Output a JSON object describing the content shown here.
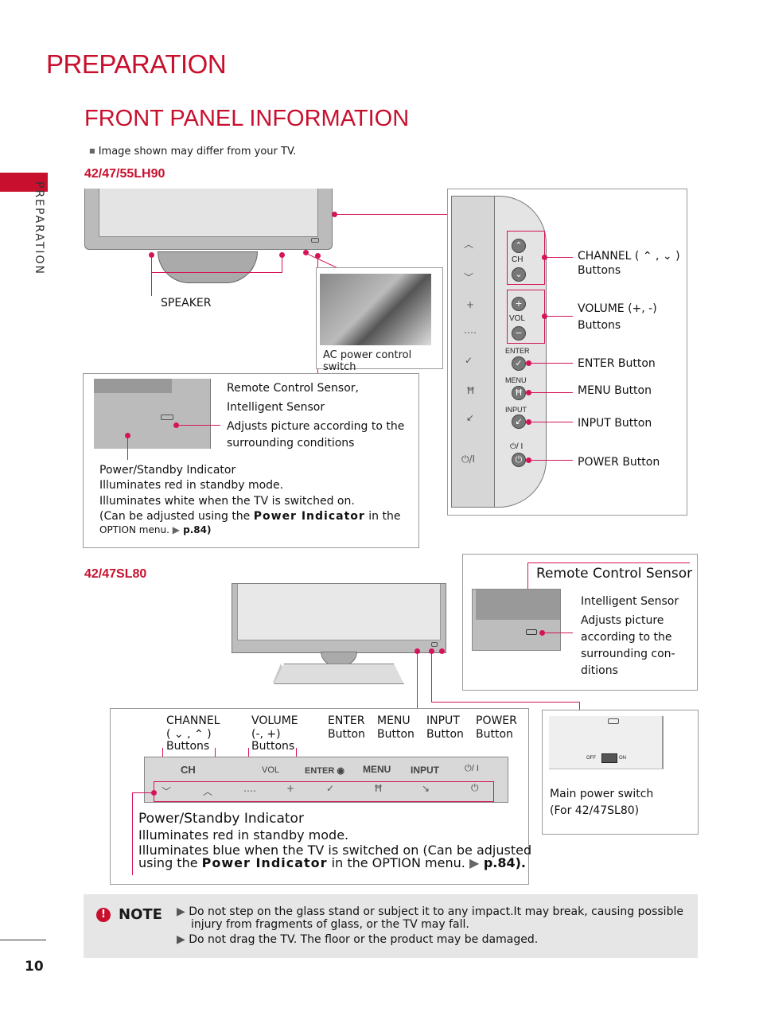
{
  "header": {
    "section_title": "PREPARATION",
    "page_title": "FRONT PANEL INFORMATION",
    "disclaimer": "Image shown may differ from your TV.",
    "side_tab": "PREPARATION",
    "page_number": "10"
  },
  "lh90": {
    "model": "42/47/55LH90",
    "speaker": "SPEAKER",
    "ac_switch": "AC power control switch",
    "sensor_title1": "Remote Control Sensor,",
    "sensor_title2": "Intelligent Sensor",
    "sensor_desc1": "Adjusts picture according to the",
    "sensor_desc2": "surrounding conditions",
    "standby_title": "Power/Standby Indicator",
    "standby_l1": "Illuminates red in standby mode.",
    "standby_l2": "Illuminates white when the TV is switched on.",
    "standby_l3a": "(Can be adjusted using the ",
    "standby_l3b": "Power Indicator",
    "standby_l3c": " in the",
    "standby_l4a": "OPTION menu. ",
    "standby_l4b": "▶",
    "standby_l4c": " p.84)",
    "side_buttons": {
      "ch": "CH",
      "vol": "VOL",
      "enter": "ENTER",
      "menu": "MENU",
      "input": "INPUT",
      "power": "⏻/ I"
    },
    "callouts": {
      "channel_1": "CHANNEL ( ⌃ , ⌄ )",
      "channel_2": "Buttons",
      "volume_1": "VOLUME (+, -)",
      "volume_2": "Buttons",
      "enter": "ENTER Button",
      "menu": "MENU Button",
      "input": "INPUT Button",
      "power": "POWER Button"
    }
  },
  "sl80": {
    "model": "42/47SL80",
    "rcs_title": "Remote Control Sensor",
    "intel_title": "Intelligent Sensor",
    "intel_desc": [
      "Adjusts picture",
      "according to the",
      "surrounding con-",
      "ditions"
    ],
    "btn_labels": {
      "channel_1": "CHANNEL",
      "channel_2": "( ⌄ , ⌃ )",
      "channel_3": "Buttons",
      "volume_1": "VOLUME",
      "volume_2": "(-, +)",
      "volume_3": "Buttons",
      "enter_1": "ENTER",
      "enter_2": "Button",
      "menu_1": "MENU",
      "menu_2": "Button",
      "input_1": "INPUT",
      "input_2": "Button",
      "power_1": "POWER",
      "power_2": "Button"
    },
    "strip": {
      "ch": "CH",
      "vol": "VOL",
      "enter": "ENTER",
      "menu": "MENU",
      "input": "INPUT",
      "power": "⏻/ I"
    },
    "standby_title": "Power/Standby Indicator",
    "standby_l1": "Illuminates red in standby mode.",
    "standby_l2": "Illuminates blue when the TV is switched on (Can be adjusted",
    "standby_l3a": "using the ",
    "standby_l3b": "Power Indicator",
    "standby_l3c": " in the OPTION menu. ",
    "standby_l3d": "▶",
    "standby_l3e": " p.84).",
    "main_switch_1": "Main power switch",
    "main_switch_2": "(For 42/47SL80)",
    "switch_off": "OFF",
    "switch_on": "ON"
  },
  "note": {
    "label": "NOTE",
    "items": [
      {
        "bullet": "▶",
        "text": "Do not step on the glass stand or subject it to any impact.It may break, causing possible",
        "text2": "injury from fragments of glass, or the TV may fall."
      },
      {
        "bullet": "▶",
        "text": "Do not drag the TV. The floor or the product may be damaged.",
        "text2": ""
      }
    ]
  },
  "colors": {
    "accent": "#c8102e",
    "callout": "#d4145a",
    "note_bg": "#e6e6e6"
  }
}
